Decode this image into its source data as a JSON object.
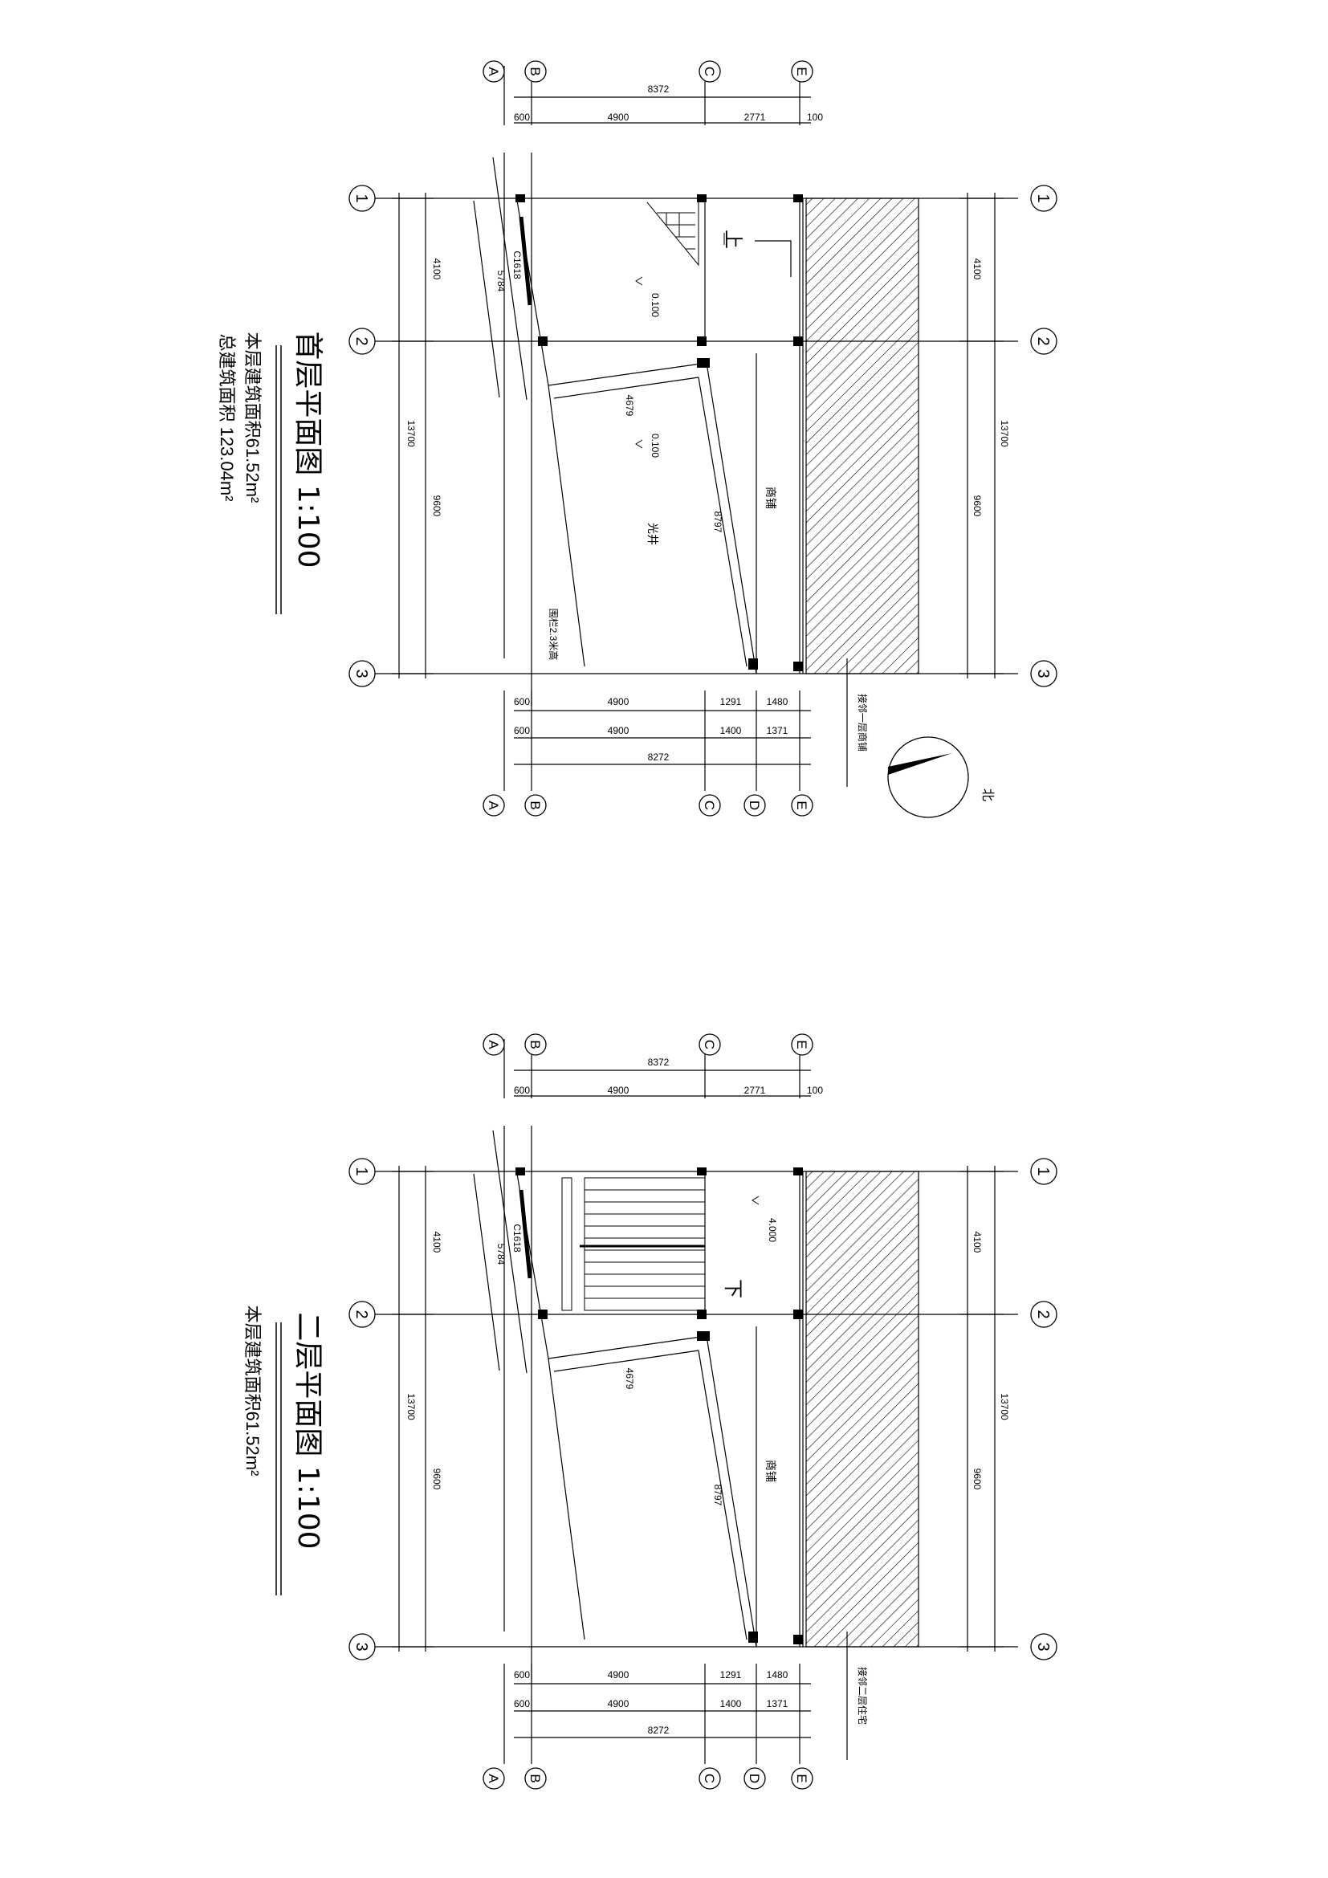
{
  "sheet": {
    "plans": [
      {
        "id": "plan1",
        "title": "首层平面图 1:100",
        "area_notes": [
          "本层建筑面积61.52m²",
          "总建筑面积 123.04m²"
        ],
        "grid_letters": [
          "A",
          "B",
          "C",
          "E"
        ],
        "grid_letters_bottom": [
          "A",
          "B",
          "C",
          "D",
          "E"
        ],
        "grid_numbers": [
          "1",
          "2",
          "3"
        ],
        "dims_top_total": "8372",
        "dims_top": [
          "600",
          "4900",
          "2771",
          "100"
        ],
        "dims_bottom_1": [
          "600",
          "4900",
          "1291",
          "1480"
        ],
        "dims_bottom_2": [
          "600",
          "4900",
          "1400",
          "1371"
        ],
        "dims_bottom_total": "8272",
        "dims_side_left": [
          "4100",
          "9600",
          "13700"
        ],
        "dims_side_right": [
          "4100",
          "9600",
          "13700"
        ],
        "labels": {
          "up": "上",
          "level_1": "0.100",
          "level_2": "0.100",
          "dim_5784": "5784",
          "window": "C1618",
          "dim_4679": "4679",
          "dim_8797": "8797",
          "shop": "商铺",
          "lightwell": "光井",
          "fence": "围栏2.3米高",
          "neighbor": "接邻一层商铺",
          "north": "北"
        }
      },
      {
        "id": "plan2",
        "title": "二层平面图 1:100",
        "area_notes": [
          "本层建筑面积61.52m²"
        ],
        "grid_letters": [
          "A",
          "B",
          "C",
          "E"
        ],
        "grid_letters_bottom": [
          "A",
          "B",
          "C",
          "D",
          "E"
        ],
        "grid_numbers": [
          "1",
          "2",
          "3"
        ],
        "dims_top_total": "8372",
        "dims_top": [
          "600",
          "4900",
          "2771",
          "100"
        ],
        "dims_bottom_1": [
          "600",
          "4900",
          "1291",
          "1480"
        ],
        "dims_bottom_2": [
          "600",
          "4900",
          "1400",
          "1371"
        ],
        "dims_bottom_total": "8272",
        "dims_side_left": [
          "4100",
          "9600",
          "13700"
        ],
        "dims_side_right": [
          "4100",
          "9600",
          "13700"
        ],
        "labels": {
          "down": "下",
          "level_1": "4.000",
          "dim_5784": "5784",
          "window": "C1618",
          "dim_4679": "4679",
          "dim_8797": "8797",
          "shop": "商铺",
          "neighbor": "接邻二层住宅"
        }
      }
    ]
  }
}
